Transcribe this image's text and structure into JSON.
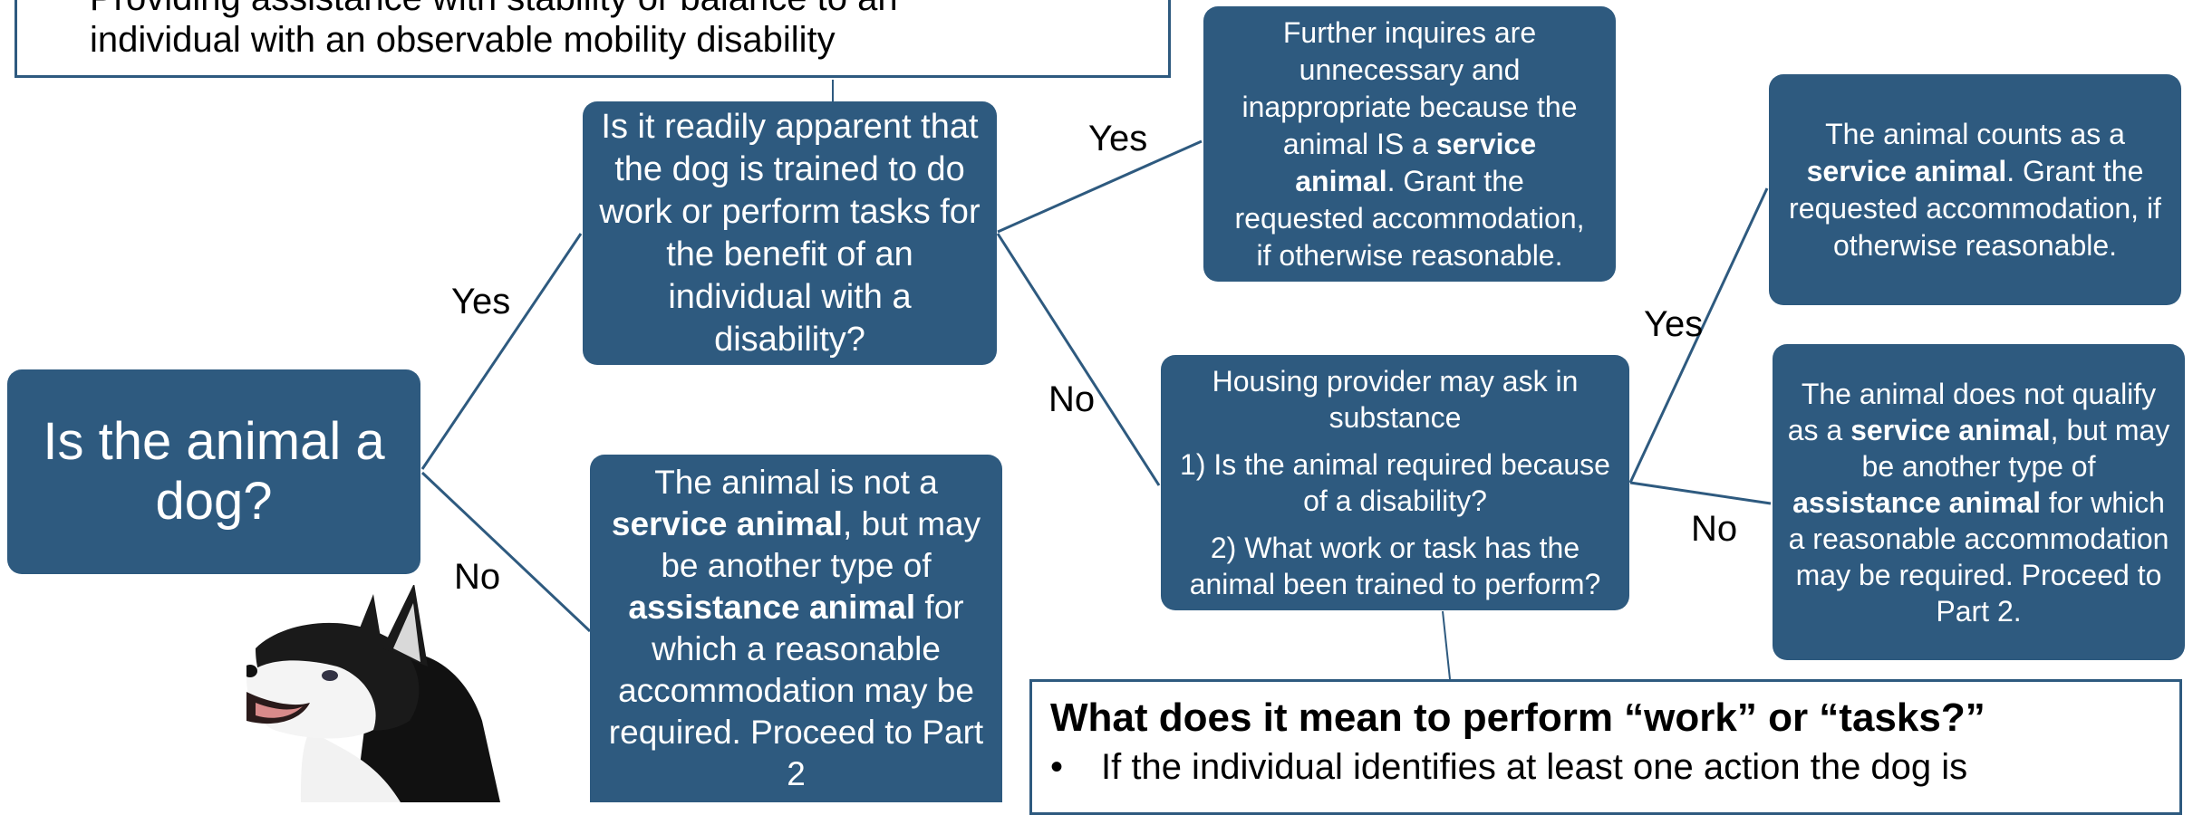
{
  "top_callout": {
    "line1": "Providing assistance with stability or balance to an",
    "line2": "individual with an observable mobility disability"
  },
  "root": {
    "text": "Is the animal a dog?"
  },
  "q_apparent": {
    "text": "Is it readily apparent that the dog is trained to do work or perform tasks for the benefit of an individual with a disability?"
  },
  "inquire": {
    "before": "Further inquires are unnecessary and inappropriate because the animal IS a ",
    "bold": "service animal",
    "after": ". Grant the requested accommodation, if otherwise reasonable."
  },
  "housing": {
    "intro": "Housing provider may ask in substance",
    "q1": "1) Is the animal required because of a disability?",
    "q2": "2) What work or task has the animal been trained to perform?"
  },
  "counts": {
    "before": "The animal counts as a ",
    "bold": "service animal",
    "after": ". Grant the requested accommodation, if otherwise reasonable."
  },
  "not_qualify": {
    "part1": "The animal does not qualify as a ",
    "bold1": "service animal",
    "part2": ", but may be another type of ",
    "bold2": "assistance animal",
    "part3": " for which a reasonable accommodation may be required. Proceed to Part 2."
  },
  "not_service": {
    "part1": "The animal is not a ",
    "bold1": "service animal",
    "part2": ", but may be another type of ",
    "bold2": "assistance animal",
    "part3": " for which a reasonable accommodation may be required. Proceed to Part 2"
  },
  "edge_labels": {
    "root_yes": "Yes",
    "root_no": "No",
    "apparent_yes": "Yes",
    "apparent_no": "No",
    "housing_yes": "Yes",
    "housing_no": "No"
  },
  "bottom_callout": {
    "heading": "What does it mean to perform “work” or “tasks?”",
    "bullet": "If the individual identifies at least one action the dog is"
  },
  "colors": {
    "node": "#2e5a7f",
    "line": "#2e5a7f"
  }
}
